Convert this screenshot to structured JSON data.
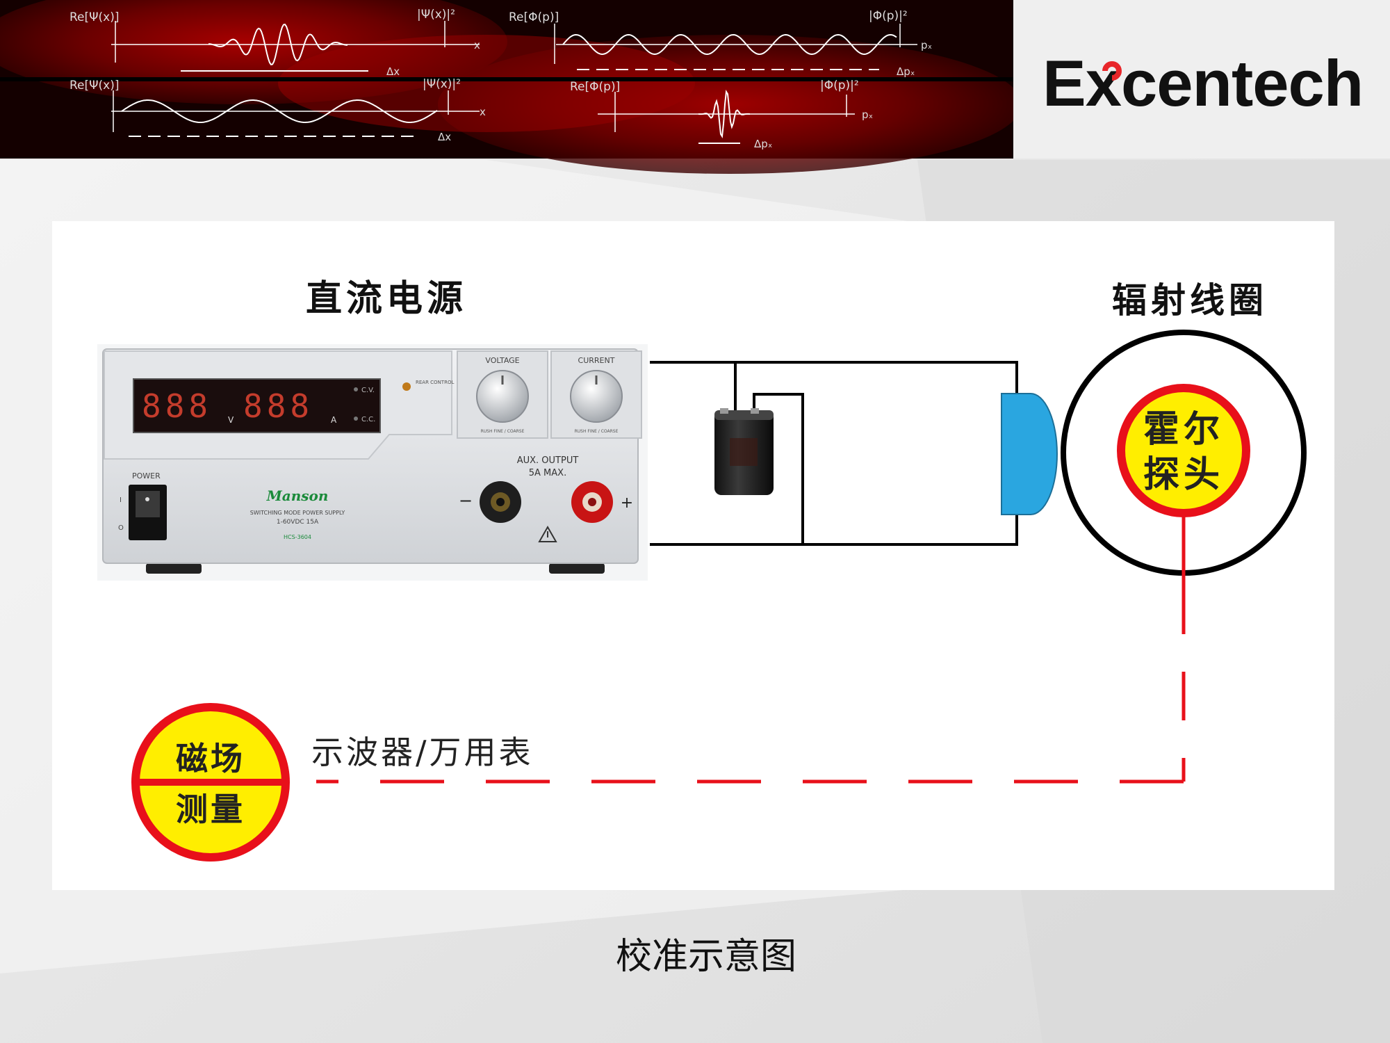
{
  "banner": {
    "labels": [
      "Re[Ψ(x)]",
      "|Ψ(x)|²",
      "Re[Φ(p)]",
      "|Φ(p)|²",
      "Re[Ψ(x)]",
      "|Ψ(x)|²",
      "Re[Φ(p)]",
      "|Φ(p)|²"
    ],
    "axis_labels": [
      "x",
      "pₓ",
      "x",
      "pₓ"
    ],
    "delta_labels": [
      "Δx",
      "Δpₓ",
      "Δx",
      "Δpₓ"
    ]
  },
  "brand": {
    "name": "Excentech",
    "accent": "#e8262a"
  },
  "diagram": {
    "dc_source_label": "直流电源",
    "coil_label": "辐射线圈",
    "hall_probe_label_1": "霍尔",
    "hall_probe_label_2": "探头",
    "scope_label": "示波器/万用表",
    "measure_label_1": "磁场",
    "measure_label_2": "测量",
    "caption": "校准示意图",
    "colors": {
      "probe_fill": "#ffee00",
      "ring_red": "#e8101a",
      "coil_blue": "#2aa6e0",
      "wire": "#000000"
    }
  },
  "psu": {
    "display_voltage": "888",
    "display_current": "888",
    "unit_v": "V",
    "unit_a": "A",
    "cv_label": "C.V.",
    "cc_label": "C.C.",
    "remote_label": "REAR CONTROL",
    "voltage_label": "VOLTAGE",
    "current_label": "CURRENT",
    "knob_sub": "RUSH   FINE / COARSE",
    "power_label": "POWER",
    "power_on": "I",
    "power_off": "O",
    "brand": "Manson",
    "model_line1": "SWITCHING MODE POWER SUPPLY",
    "model_line2": "1-60VDC  15A",
    "model_line3": "HCS-3604",
    "aux_output": "AUX. OUTPUT",
    "aux_max": "5A MAX.",
    "minus": "−",
    "plus": "+"
  }
}
